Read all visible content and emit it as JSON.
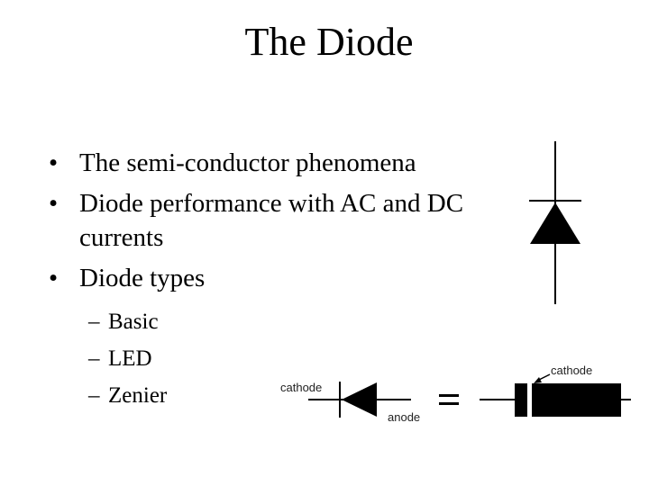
{
  "slide": {
    "title": "The Diode",
    "bullets": [
      "The semi-conductor phenomena",
      "Diode performance with AC and DC currents",
      "Diode types"
    ],
    "sub_bullets": [
      "Basic",
      "LED",
      "Zenier"
    ],
    "bullet_glyph": "•",
    "dash_glyph": "–"
  },
  "diagram": {
    "cathode_left_label": "cathode",
    "anode_label": "anode",
    "cathode_right_label": "cathode"
  }
}
